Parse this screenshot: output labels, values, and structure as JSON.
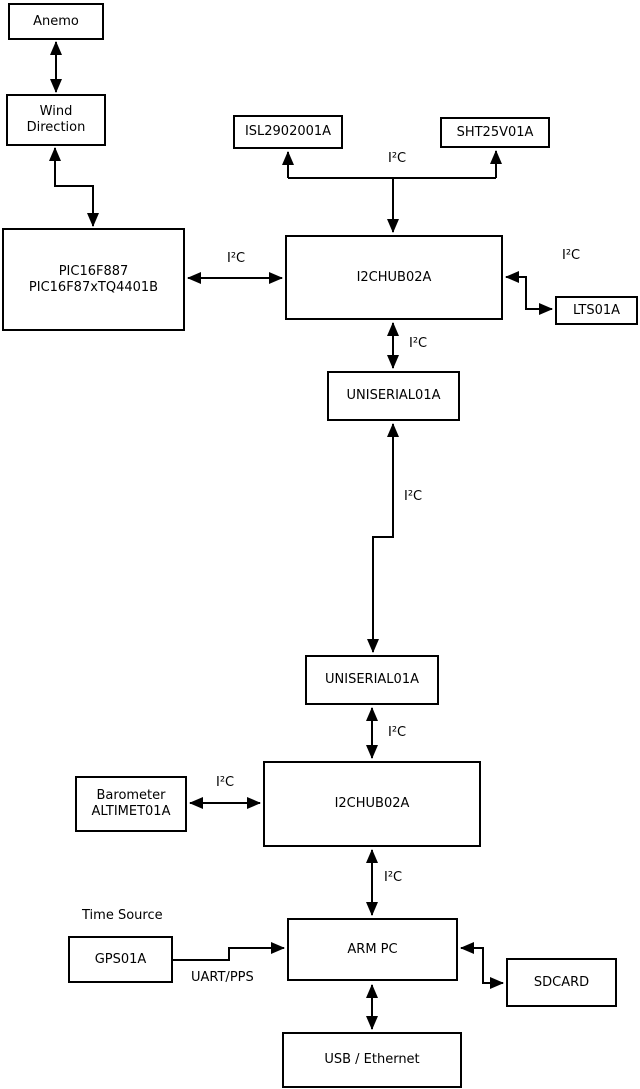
{
  "diagram": {
    "background_color": "#ffffff",
    "line_color": "#000000",
    "text_color": "#000000",
    "boxes": {
      "anemo": {
        "label": "Anemo"
      },
      "wind_direction": {
        "lines": [
          "Wind",
          "Direction"
        ]
      },
      "pic": {
        "lines": [
          "PIC16F887",
          "PIC16F87xTQ4401B"
        ]
      },
      "isl": {
        "label": "ISL2902001A"
      },
      "sht": {
        "label": "SHT25V01A"
      },
      "i2c_hub_upper": {
        "label": "I2CHUB02A"
      },
      "lts": {
        "label": "LTS01A"
      },
      "uniserial_upper": {
        "label": "UNISERIAL01A"
      },
      "uniserial_lower": {
        "label": "UNISERIAL01A"
      },
      "barometer": {
        "lines": [
          "Barometer",
          "ALTIMET01A"
        ]
      },
      "i2c_hub_lower": {
        "label": "I2CHUB02A"
      },
      "gps": {
        "label": "GPS01A"
      },
      "arm_pc": {
        "label": "ARM PC"
      },
      "sdcard": {
        "label": "SDCARD"
      },
      "usb_ethernet": {
        "label": "USB / Ethernet"
      }
    },
    "edge_labels": {
      "i2c_pic_hub": "I²C",
      "i2c_sensor_branch": "I²C",
      "i2c_lts": "I²C",
      "i2c_hub_uniserial": "I²C",
      "i2c_uniserial_link": "I²C",
      "i2c_uniserial_hub_lower": "I²C",
      "i2c_barometer_hub": "I²C",
      "i2c_hub_armpc": "I²C",
      "time_source": "Time Source",
      "uart_pps": "UART/PPS"
    }
  }
}
